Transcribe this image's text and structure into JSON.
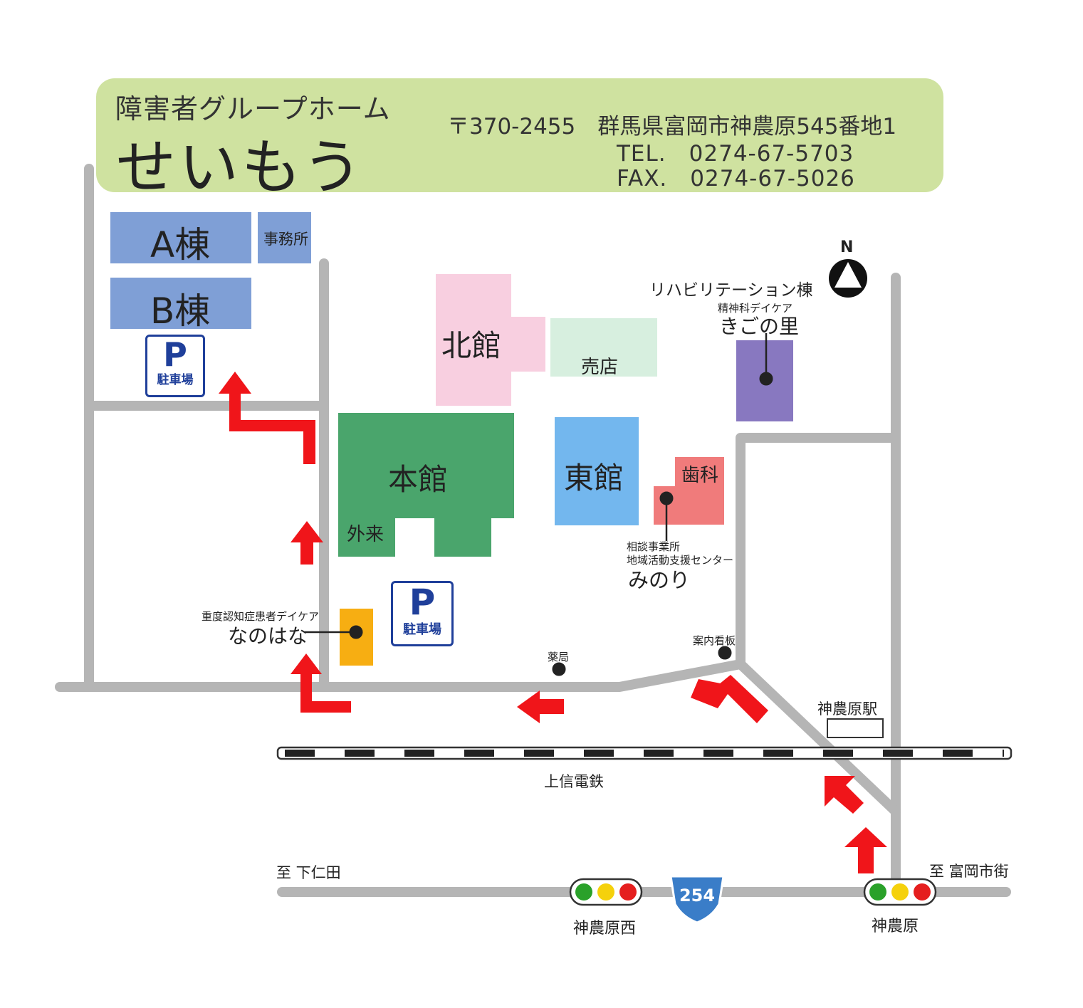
{
  "header": {
    "subtitle": "障害者グループホーム",
    "name": "せいもう",
    "address": "〒370-2455　群馬県富岡市神農原545番地1",
    "tel": "TEL.　0274-67-5703",
    "fax": "FAX.　0274-67-5026"
  },
  "buildings": {
    "a_wing": "A棟",
    "b_wing": "B棟",
    "office": "事務所",
    "north": "北館",
    "shop": "売店",
    "main": "本館",
    "outpatient": "外来",
    "east": "東館",
    "dental": "歯科"
  },
  "parking": {
    "letter": "P",
    "label": "駐車場"
  },
  "facilities": {
    "rehab": "リハビリテーション棟",
    "kigo_caption": "精神科デイケア",
    "kigo_name": "きごの里",
    "minori_caption1": "相談事業所",
    "minori_caption2": "地域活動支援センター",
    "minori_name": "みのり",
    "nanohana_caption": "重度認知症患者デイケア",
    "nanohana_name": "なのはな",
    "pharmacy": "薬局",
    "signboard": "案内看板"
  },
  "compass": "N",
  "railway": {
    "line": "上信電鉄",
    "station": "神農原駅"
  },
  "roads": {
    "route_number": "254",
    "to_west": "至 下仁田",
    "to_east": "至 富岡市街",
    "signal_west": "神農原西",
    "signal_east": "神農原"
  },
  "colors": {
    "header_bg": "#cfe2a0",
    "road": "#b5b5b5",
    "arrow": "#f0151a",
    "wing": "#7f9fd6",
    "north_hall": "#f8cfe0",
    "shop": "#d7efdf",
    "main_hall": "#4aa56c",
    "east_hall": "#73b7ee",
    "dental": "#f07b7b",
    "kigo": "#8878c0",
    "nanohana": "#f7ae12",
    "route_shield": "#3a7dc8",
    "parking": "#1f3f9a"
  }
}
